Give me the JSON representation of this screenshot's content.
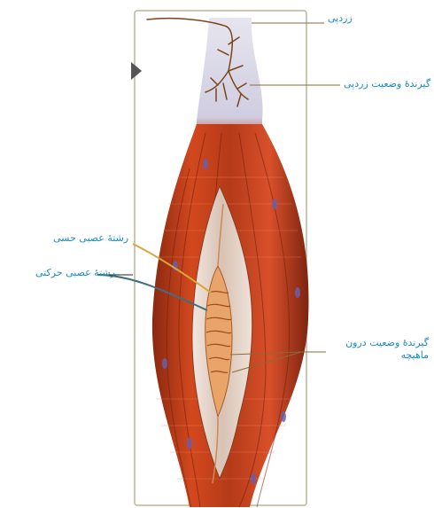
{
  "labels": {
    "tendon": "زردپی",
    "tendon_receptor": "گیرندهٔ وضعیت زردپی",
    "sensory_fiber": "رشتهٔ عصبی حسی",
    "motor_fiber": "رشتهٔ عصبی حرکتی",
    "muscle_receptor": "گیرندهٔ وضعیت درون ماهیچه"
  },
  "colors": {
    "label_text": "#1b8bc6",
    "muscle_red": "#c8421c",
    "muscle_dark": "#8a2810",
    "tendon": "#dcdbe6",
    "spindle": "#e9b27a",
    "leader_line": "#8a6a3a"
  }
}
